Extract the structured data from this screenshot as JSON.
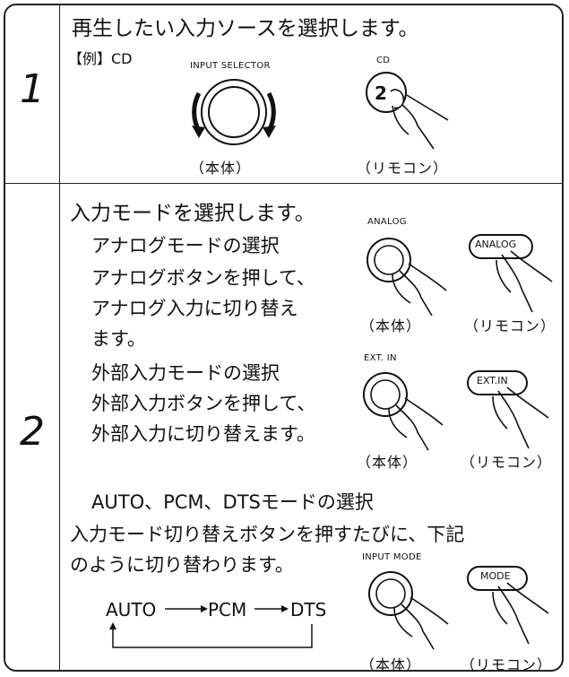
{
  "steps": [
    {
      "number": "1",
      "title": "再生したい入力ソースを選択します。",
      "example": "【例】CD",
      "knob_label": "INPUT SELECTOR",
      "remote_label": "CD",
      "remote_key": "2",
      "caption_main": "（本体）",
      "caption_remote": "（リモコン）"
    },
    {
      "number": "2",
      "title": "入力モードを選択します。",
      "analog": {
        "heading": "アナログモードの選択",
        "line1": "アナログボタンを押して、",
        "line2": "アナログ入力に切り替え",
        "line3": "ます。",
        "main_label": "ANALOG",
        "remote_label": "ANALOG",
        "caption_main": "（本体）",
        "caption_remote": "（リモコン）"
      },
      "ext": {
        "heading": "外部入力モードの選択",
        "line1": "外部入力ボタンを押して、",
        "line2": "外部入力に切り替えます。",
        "main_label": "EXT. IN",
        "remote_label": "EXT.IN",
        "caption_main": "（本体）",
        "caption_remote": "（リモコン）"
      },
      "mode": {
        "heading": "AUTO、PCM、DTSモードの選択",
        "line1": "入力モード切り替えボタンを押すたびに、下記",
        "line2": "のように切り替わります。",
        "main_label": "INPUT MODE",
        "remote_label": "MODE",
        "cycle": [
          "AUTO",
          "PCM",
          "DTS"
        ],
        "caption_main": "（本体）",
        "caption_remote": "（リモコン）"
      }
    }
  ]
}
